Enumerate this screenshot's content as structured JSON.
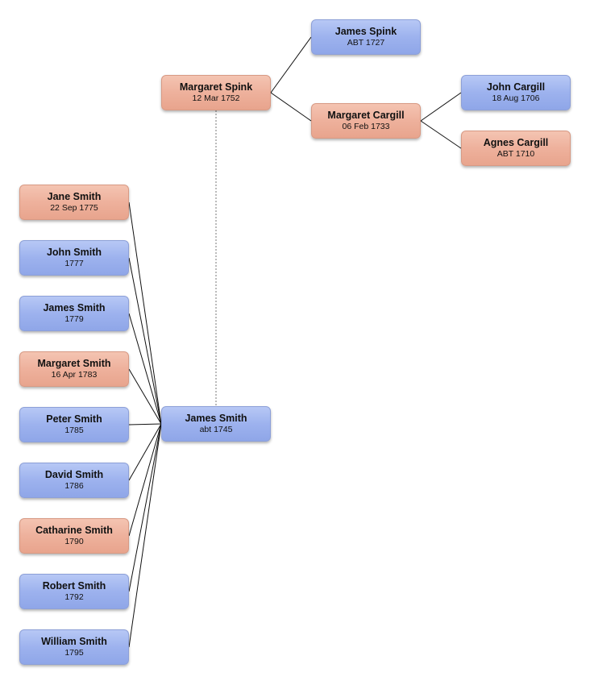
{
  "people": {
    "james_spink": {
      "name": "James Spink",
      "date": "ABT 1727",
      "sex": "male"
    },
    "margaret_spink": {
      "name": "Margaret Spink",
      "date": "12 Mar 1752",
      "sex": "female"
    },
    "margaret_cargill": {
      "name": "Margaret Cargill",
      "date": "06 Feb 1733",
      "sex": "female"
    },
    "john_cargill": {
      "name": "John Cargill",
      "date": "18 Aug 1706",
      "sex": "male"
    },
    "agnes_cargill": {
      "name": "Agnes Cargill",
      "date": "ABT 1710",
      "sex": "female"
    },
    "james_smith": {
      "name": "James Smith",
      "date": "abt 1745",
      "sex": "male"
    },
    "jane_smith": {
      "name": "Jane Smith",
      "date": "22 Sep 1775",
      "sex": "female"
    },
    "john_smith": {
      "name": "John Smith",
      "date": "1777",
      "sex": "male"
    },
    "james_smith_1779": {
      "name": "James Smith",
      "date": "1779",
      "sex": "male"
    },
    "margaret_smith": {
      "name": "Margaret Smith",
      "date": "16 Apr 1783",
      "sex": "female"
    },
    "peter_smith": {
      "name": "Peter Smith",
      "date": "1785",
      "sex": "male"
    },
    "david_smith": {
      "name": "David Smith",
      "date": "1786",
      "sex": "male"
    },
    "catharine_smith": {
      "name": "Catharine Smith",
      "date": "1790",
      "sex": "female"
    },
    "robert_smith": {
      "name": "Robert Smith",
      "date": "1792",
      "sex": "male"
    },
    "william_smith": {
      "name": "William Smith",
      "date": "1795",
      "sex": "male"
    }
  },
  "relations": {
    "parent_links": [
      {
        "child": "margaret_spink",
        "parent": "james_spink"
      },
      {
        "child": "margaret_spink",
        "parent": "margaret_cargill"
      },
      {
        "child": "margaret_cargill",
        "parent": "john_cargill"
      },
      {
        "child": "margaret_cargill",
        "parent": "agnes_cargill"
      },
      {
        "child": "jane_smith",
        "parent": "james_smith"
      },
      {
        "child": "john_smith",
        "parent": "james_smith"
      },
      {
        "child": "james_smith_1779",
        "parent": "james_smith"
      },
      {
        "child": "margaret_smith",
        "parent": "james_smith"
      },
      {
        "child": "peter_smith",
        "parent": "james_smith"
      },
      {
        "child": "david_smith",
        "parent": "james_smith"
      },
      {
        "child": "catharine_smith",
        "parent": "james_smith"
      },
      {
        "child": "robert_smith",
        "parent": "james_smith"
      },
      {
        "child": "william_smith",
        "parent": "james_smith"
      }
    ],
    "spouse_links": [
      {
        "a": "margaret_spink",
        "b": "james_smith"
      }
    ]
  },
  "colors": {
    "male": "#9db2ee",
    "female": "#eeb19c",
    "line": "#111111"
  }
}
